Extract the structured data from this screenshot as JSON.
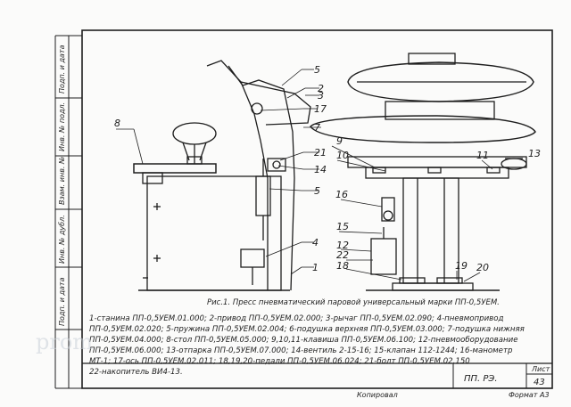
{
  "sheet": {
    "side_labels": [
      "Подп. и дата",
      "Инв. № подл.",
      "Взам. инв. №",
      "Инв. № дубл.",
      "Подп. и дата"
    ],
    "callouts": [
      "1",
      "2",
      "3",
      "4",
      "5",
      "5",
      "7",
      "8",
      "9",
      "10",
      "11",
      "12",
      "13",
      "14",
      "15",
      "16",
      "17",
      "18",
      "19",
      "20",
      "21",
      "22"
    ],
    "figure_caption": "Рис.1. Пресс пневматический паровой универсальный марки ПП-0,5УЕМ.",
    "parts_list": [
      "1-станина ПП-0,5УЕМ.01.000; 2-привод ПП-0,5УЕМ.02.000; 3-рычаг ПП-0,5УЕМ.02.090; 4-пневмопривод",
      "ПП-0,5УЕМ.02.020; 5-пружина ПП-0,5УЕМ.02.004; 6-подушка верхняя ПП-0,5УЕМ.03.000; 7-подушка нижняя",
      "ПП-0,5УЕМ.04.000; 8-стол ПП-0,5УЕМ.05.000; 9,10,11-клавиша ПП-0,5УЕМ.06.100; 12-пневмооборудование",
      "ПП-0,5УЕМ.06.000; 13-отпарка ПП-0,5УЕМ.07.000; 14-вентиль 2-15-16; 15-клапан 112-1244; 16-манометр",
      "МТ-1; 17-ось ПП-0,5УЕМ.02.011; 18,19,20-педали ПП-0,5УЕМ.06.024; 21-болт ПП-0,5УЕМ.02.150",
      "22-накопитель ВИ4-13."
    ],
    "title_block": {
      "sheet_label": "Лист",
      "sheet_number": "43",
      "doc_code": "ПП. РЭ.",
      "copied_label": "Копировал",
      "format_label": "Формат А3"
    },
    "watermark": "prom"
  },
  "colors": {
    "ink": "#1e1e1e",
    "paper": "#fbfbfa",
    "watermark": "#c9d0d8"
  }
}
